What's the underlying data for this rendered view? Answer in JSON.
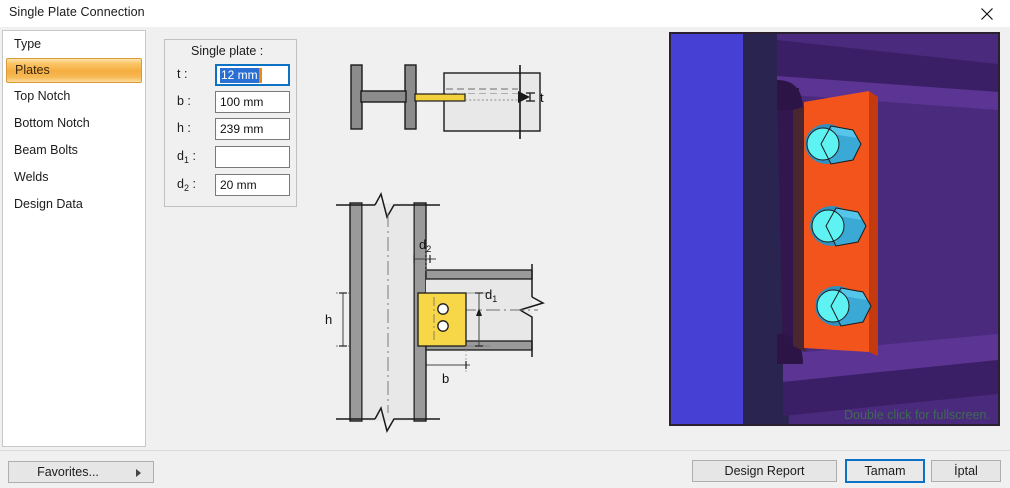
{
  "window": {
    "title": "Single Plate Connection",
    "close_icon": "close-icon"
  },
  "sidebar": {
    "items": [
      {
        "label": "Type",
        "selected": false
      },
      {
        "label": "Plates",
        "selected": true
      },
      {
        "label": "Top Notch",
        "selected": false
      },
      {
        "label": "Bottom Notch",
        "selected": false
      },
      {
        "label": "Beam Bolts",
        "selected": false
      },
      {
        "label": "Welds",
        "selected": false
      },
      {
        "label": "Design Data",
        "selected": false
      }
    ]
  },
  "form": {
    "group_title": "Single plate :",
    "fields": [
      {
        "name": "t",
        "label": "t :",
        "value": "12 mm",
        "focused": true,
        "selected_text": "12 mm"
      },
      {
        "name": "b",
        "label": "b :",
        "value": "100 mm",
        "focused": false
      },
      {
        "name": "h",
        "label": "h :",
        "value": "239 mm",
        "focused": false
      },
      {
        "name": "d1",
        "label": "d",
        "sub": "1",
        "suffix": " :",
        "value": "",
        "focused": false
      },
      {
        "name": "d2",
        "label": "d",
        "sub": "2",
        "suffix": " :",
        "value": "20 mm",
        "focused": false
      }
    ]
  },
  "diagram": {
    "plan_labels": {
      "t": "t"
    },
    "elevation_labels": {
      "h": "h",
      "b": "b",
      "d1": "d",
      "d1_sub": "1",
      "d2": "d",
      "d2_sub": "2"
    },
    "colors": {
      "steel_fill": "#e6e6e6",
      "steel_flange": "#8c8c8c",
      "plate_yellow": "#f7d648",
      "outline": "#1a1a1a"
    }
  },
  "view3d": {
    "hint": "Double click for fullscreen.",
    "colors": {
      "column_face": "#4740d4",
      "column_side": "#2a2450",
      "beam_top": "#5b2a8f",
      "beam_web": "#4a1f7a",
      "beam_dark": "#32174f",
      "plate": "#f2541b",
      "plate_edge": "#c23a0d",
      "bolt_head": "#3aa9d6",
      "bolt_shaft": "#5ff2f2",
      "background": "#3c2e52"
    }
  },
  "footer": {
    "favorites_label": "Favorites...",
    "favorites_arrow_icon": "chevron-right-icon",
    "design_report_label": "Design Report",
    "ok_label": "Tamam",
    "cancel_label": "İptal"
  }
}
